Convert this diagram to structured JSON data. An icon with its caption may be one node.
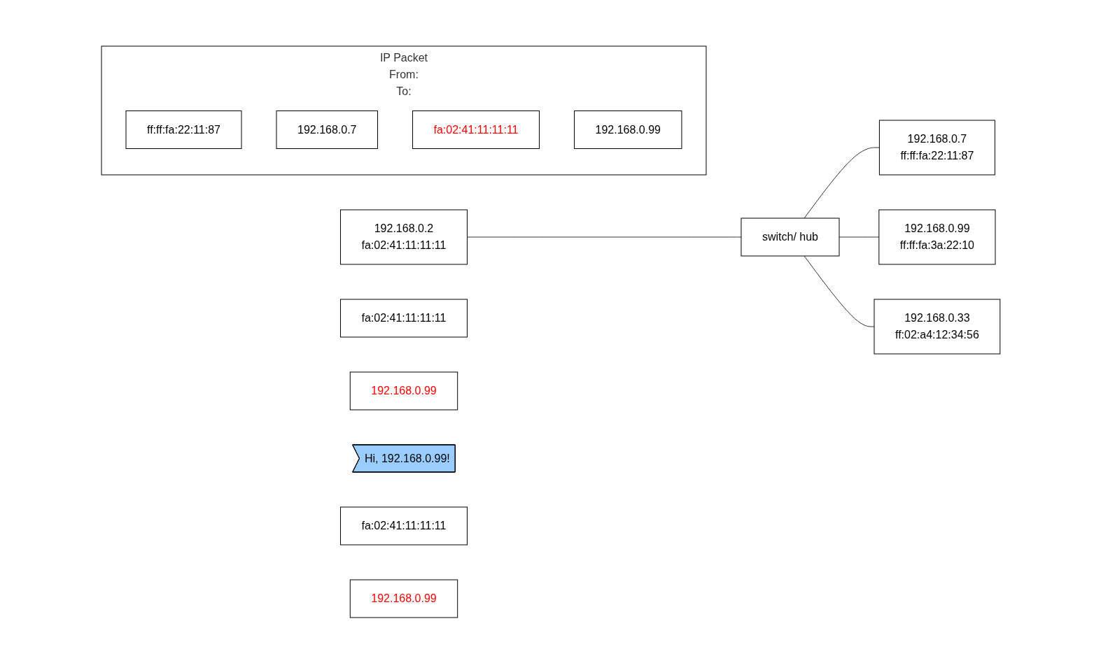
{
  "diagram": {
    "nodes": [
      {
        "text": [
          "IP Packet",
          "From:",
          "To:"
        ]
      },
      {
        "text": [
          "ff:ff:fa:22:11:87"
        ],
        "in": 0
      },
      {
        "text": [
          "192.168.0.7"
        ],
        "in": 0
      },
      {
        "text": [
          "fa:02:41:11:11:11"
        ],
        "in": 0
      },
      {
        "text": [
          "192.168.0.99"
        ],
        "in": 0
      },
      {
        "text": [
          "192.168.0.2",
          "fa:02:41:11:11:11"
        ]
      },
      {
        "text": [
          "switch/ hub"
        ]
      },
      {
        "text": [
          "192.168.0.7",
          "ff:ff:fa:22:11:87"
        ]
      },
      {
        "text": [
          "fa:02:41:11:11:11"
        ]
      },
      {
        "text": [
          "192.168.0.99"
        ]
      },
      {
        "text": [
          "Hi, 192.168.0.99!"
        ]
      },
      {
        "text": [
          "192.168.0.99",
          "ff:ff:fa:3a:22:10"
        ]
      },
      {
        "text": [
          "192.168.0.33",
          "ff:02:a4:12:34:56"
        ]
      },
      {
        "text": [
          "fa:02:41:11:11:11"
        ]
      },
      {
        "text": [
          "192.168.0.99"
        ]
      }
    ],
    "edges": [
      {
        "from": 5,
        "to": 6,
        "arrow": "none"
      },
      {
        "from": 6,
        "to": 7,
        "arrow": "none"
      },
      {
        "from": 6,
        "to": 11,
        "arrow": "none"
      },
      {
        "from": 6,
        "to": 12,
        "arrow": "none"
      }
    ]
  }
}
